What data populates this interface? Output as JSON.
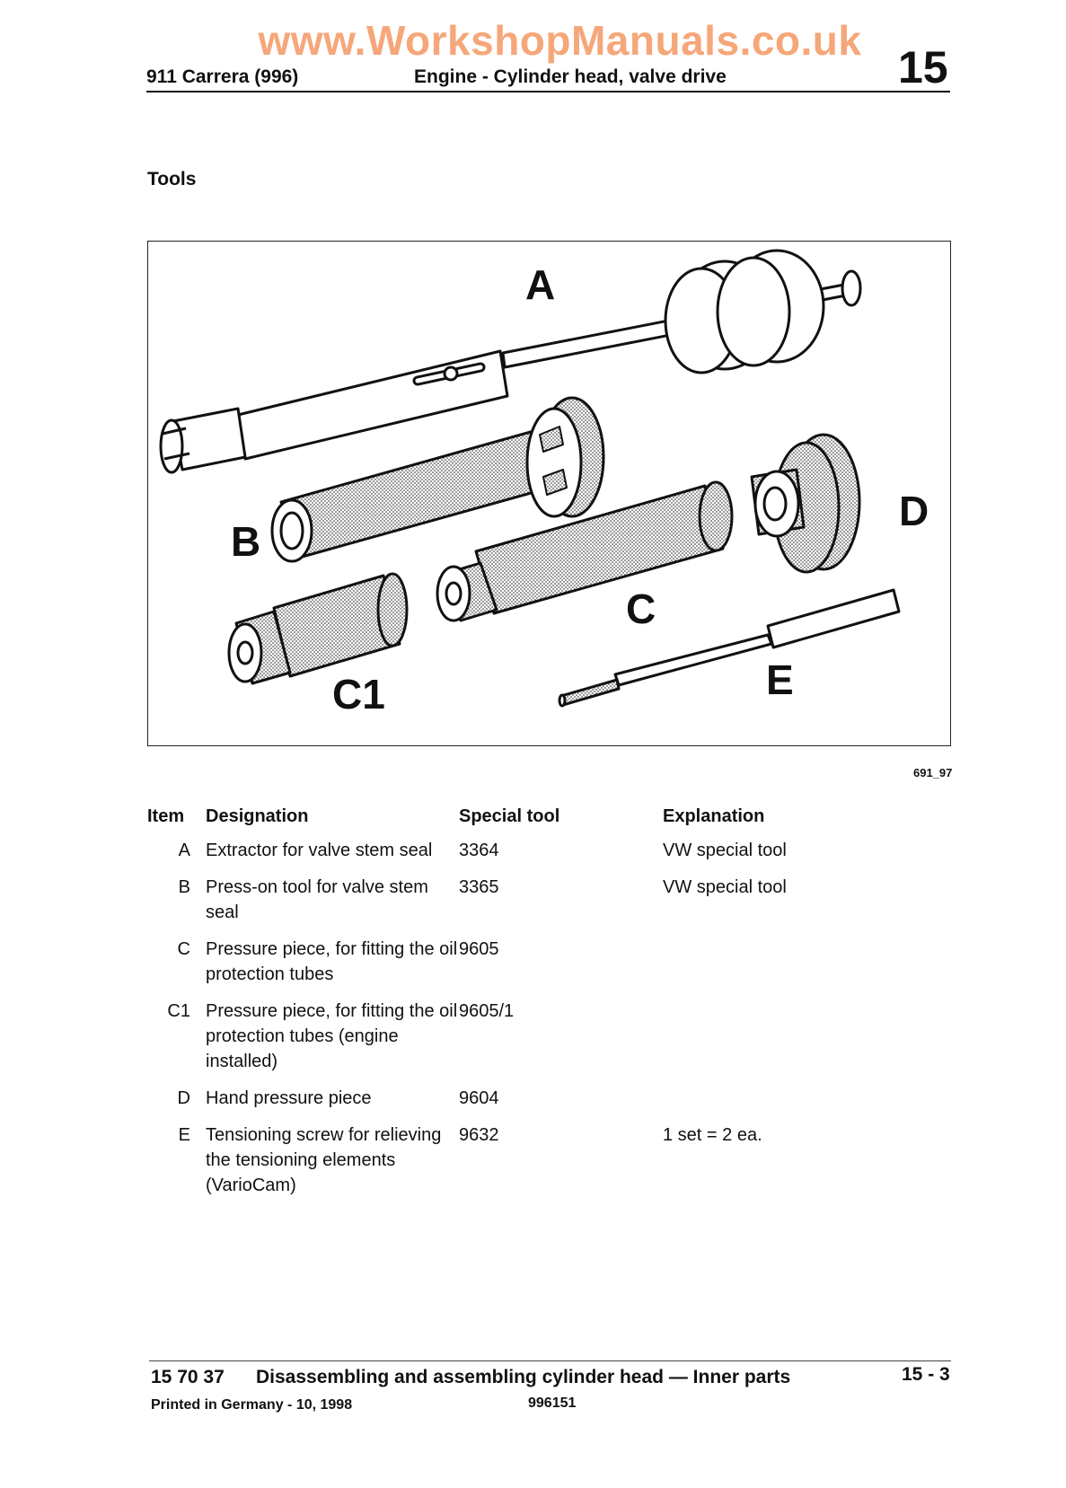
{
  "watermark": "www.WorkshopManuals.co.uk",
  "header": {
    "model": "911 Carrera (996)",
    "title": "Engine - Cylinder head, valve drive",
    "group_number": "15"
  },
  "section_title": "Tools",
  "figure": {
    "labels": [
      "A",
      "B",
      "C",
      "C1",
      "D",
      "E"
    ],
    "reference": "691_97"
  },
  "table": {
    "headers": {
      "item": "Item",
      "designation": "Designation",
      "special_tool": "Special tool",
      "explanation": "Explanation"
    },
    "rows": [
      {
        "item": "A",
        "designation": "Extractor for valve stem seal",
        "special_tool": "3364",
        "explanation": "VW special tool"
      },
      {
        "item": "B",
        "designation": "Press-on tool for valve stem seal",
        "special_tool": "3365",
        "explanation": "VW special tool"
      },
      {
        "item": "C",
        "designation": "Pressure piece, for fitting the oil protection tubes",
        "special_tool": "9605",
        "explanation": ""
      },
      {
        "item": "C1",
        "designation": "Pressure piece, for fitting the oil protection tubes (engine installed)",
        "special_tool": "9605/1",
        "explanation": ""
      },
      {
        "item": "D",
        "designation": "Hand pressure piece",
        "special_tool": "9604",
        "explanation": ""
      },
      {
        "item": "E",
        "designation": "Tensioning screw for relieving the tensioning elements (VarioCam)",
        "special_tool": "9632",
        "explanation": "1 set = 2 ea."
      }
    ]
  },
  "footer": {
    "code": "15 70 37",
    "title": "Disassembling and assembling cylinder head — Inner parts",
    "page": "15 - 3",
    "printed": "Printed in Germany - 10, 1998",
    "doc_number": "996151"
  }
}
